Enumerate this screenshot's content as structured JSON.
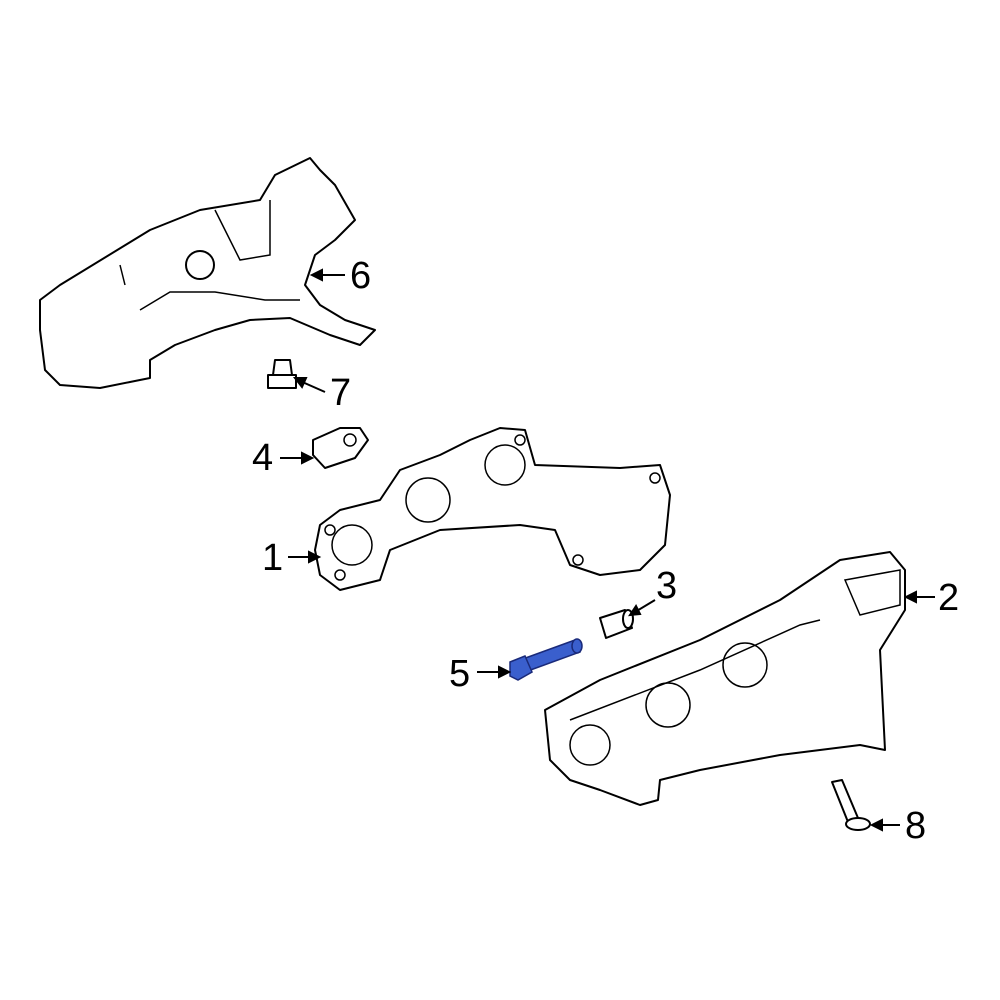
{
  "callouts": [
    {
      "number": "1",
      "part": "exhaust-manifold"
    },
    {
      "number": "2",
      "part": "lower-heat-shield"
    },
    {
      "number": "3",
      "part": "spacer"
    },
    {
      "number": "4",
      "part": "nut"
    },
    {
      "number": "5",
      "part": "stud-bolt",
      "highlighted": true
    },
    {
      "number": "6",
      "part": "upper-heat-shield"
    },
    {
      "number": "7",
      "part": "bolt"
    },
    {
      "number": "8",
      "part": "bolt"
    }
  ],
  "colors": {
    "highlight": "#3a5fcd",
    "line": "#000000",
    "background": "#ffffff"
  }
}
